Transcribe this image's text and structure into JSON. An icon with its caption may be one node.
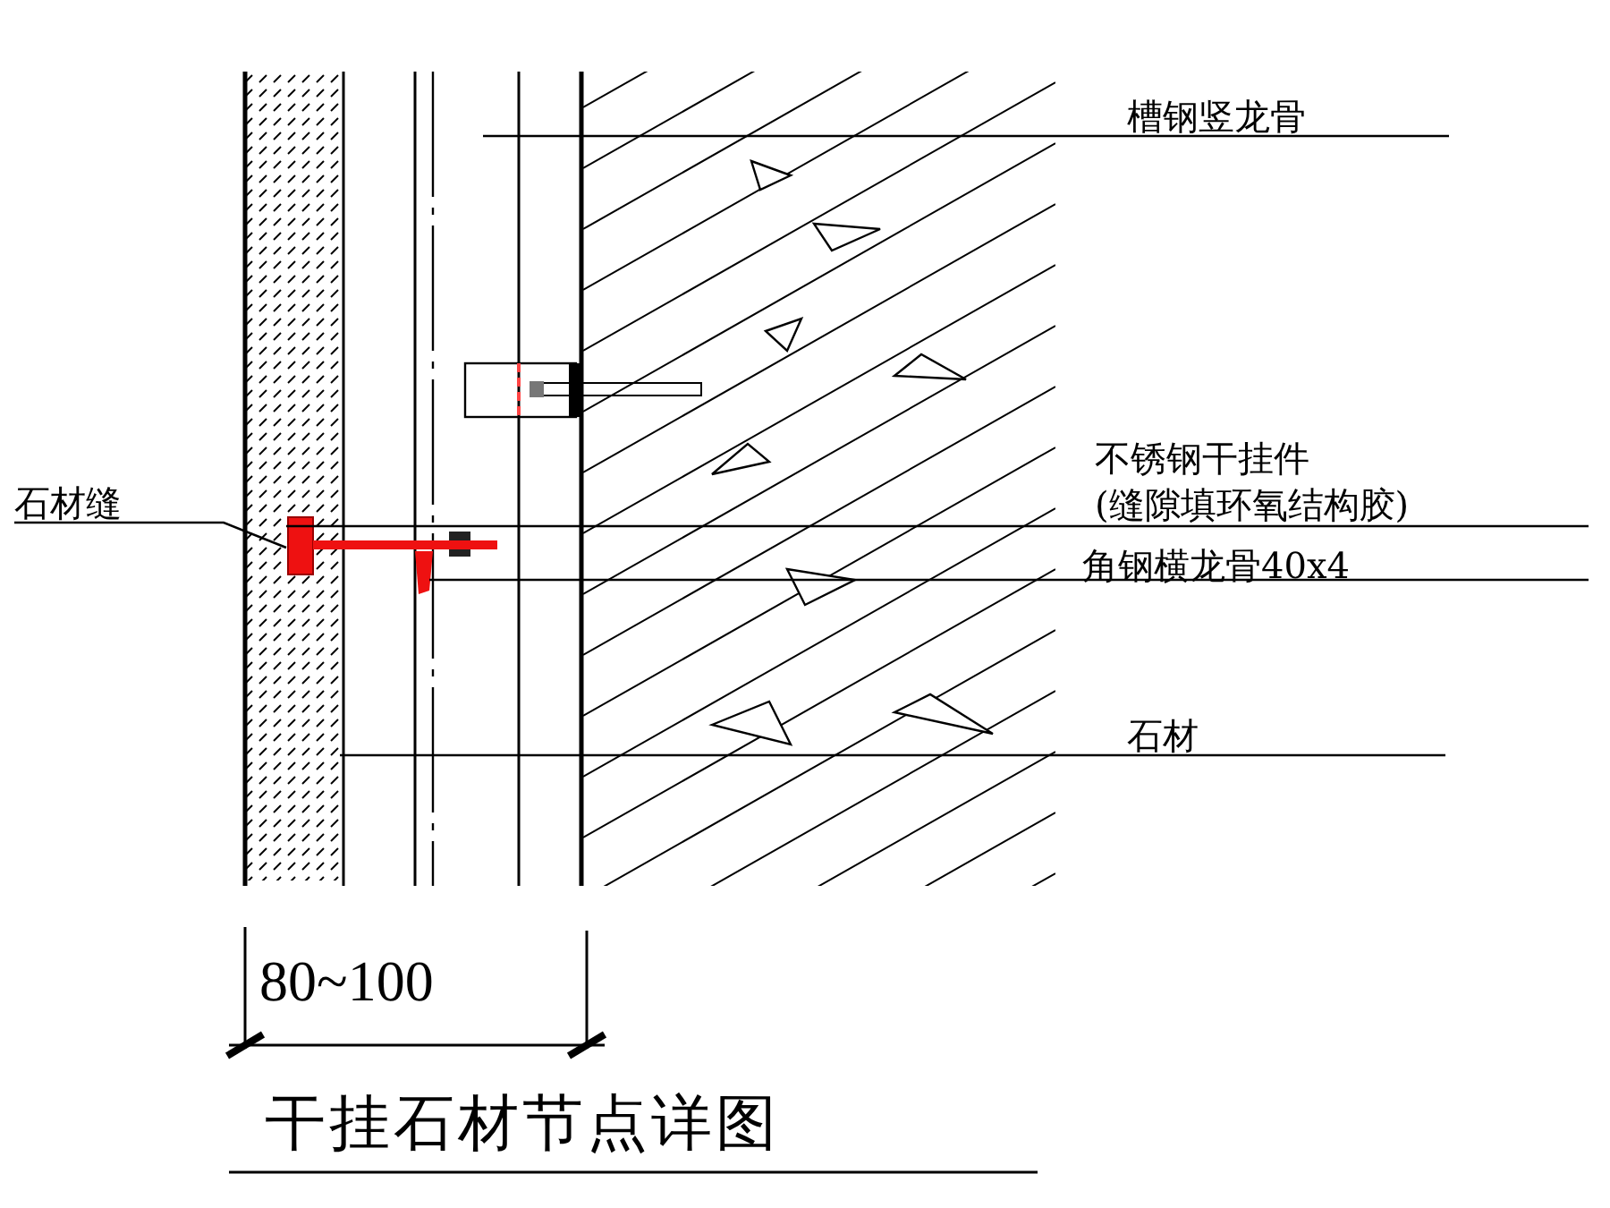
{
  "diagram": {
    "title": "干挂石材节点详图",
    "nodes": [
      {
        "text": [
          "槽钢竖龙骨"
        ]
      },
      {
        "text": [
          "不锈钢干挂件",
          "(缝隙填环氧结构胶)"
        ]
      },
      {
        "text": [
          "角钢横龙骨40x4"
        ]
      },
      {
        "text": [
          "石材"
        ]
      },
      {
        "text": [
          "石材缝"
        ]
      }
    ],
    "edges": [
      {
        "from": 0,
        "to": null,
        "arrow": "none"
      },
      {
        "from": 1,
        "to": null,
        "arrow": "none"
      },
      {
        "from": 2,
        "to": null,
        "arrow": "none"
      },
      {
        "from": 3,
        "to": null,
        "arrow": "none"
      },
      {
        "from": 4,
        "to": null,
        "arrow": "none"
      }
    ],
    "labels": [
      "80~100"
    ]
  }
}
